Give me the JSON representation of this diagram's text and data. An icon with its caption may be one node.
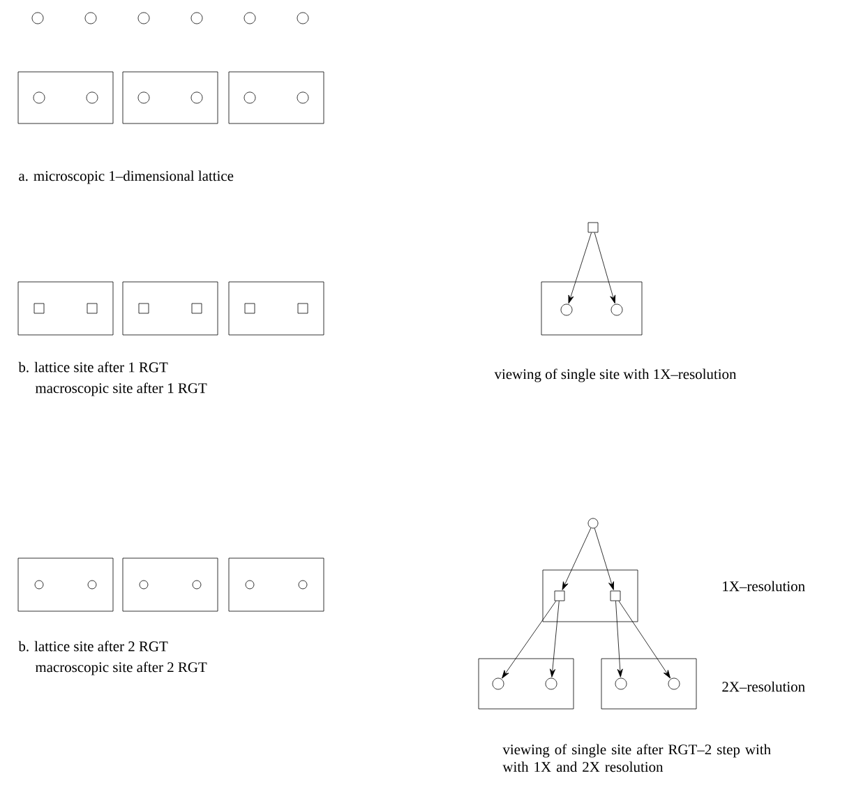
{
  "diagram": {
    "nodes": [
      {
        "text": [],
        "shape": "circle"
      },
      {
        "text": [],
        "shape": "circle"
      },
      {
        "text": [],
        "shape": "circle"
      },
      {
        "text": [],
        "shape": "circle"
      },
      {
        "text": [],
        "shape": "circle"
      },
      {
        "text": [],
        "shape": "circle"
      },
      {
        "text": [],
        "shape": "box"
      },
      {
        "text": [],
        "shape": "circle",
        "in": 6
      },
      {
        "text": [],
        "shape": "circle",
        "in": 6
      },
      {
        "text": [],
        "shape": "box"
      },
      {
        "text": [],
        "shape": "circle",
        "in": 9
      },
      {
        "text": [],
        "shape": "circle",
        "in": 9
      },
      {
        "text": [],
        "shape": "box"
      },
      {
        "text": [],
        "shape": "circle",
        "in": 12
      },
      {
        "text": [],
        "shape": "circle",
        "in": 12
      },
      {
        "text": [],
        "shape": "box"
      },
      {
        "text": [],
        "shape": "square",
        "in": 15
      },
      {
        "text": [],
        "shape": "square",
        "in": 15
      },
      {
        "text": [],
        "shape": "box"
      },
      {
        "text": [],
        "shape": "square",
        "in": 18
      },
      {
        "text": [],
        "shape": "square",
        "in": 18
      },
      {
        "text": [],
        "shape": "box"
      },
      {
        "text": [],
        "shape": "square",
        "in": 21
      },
      {
        "text": [],
        "shape": "square",
        "in": 21
      },
      {
        "text": [],
        "shape": "square"
      },
      {
        "text": [],
        "shape": "box"
      },
      {
        "text": [],
        "shape": "circle",
        "in": 25
      },
      {
        "text": [],
        "shape": "circle",
        "in": 25
      },
      {
        "text": [],
        "shape": "circle"
      },
      {
        "text": [],
        "shape": "box"
      },
      {
        "text": [],
        "shape": "square",
        "in": 29
      },
      {
        "text": [],
        "shape": "square",
        "in": 29
      },
      {
        "text": [],
        "shape": "box"
      },
      {
        "text": [],
        "shape": "circle",
        "in": 32
      },
      {
        "text": [],
        "shape": "circle",
        "in": 32
      },
      {
        "text": [],
        "shape": "box"
      },
      {
        "text": [],
        "shape": "circle",
        "in": 35
      },
      {
        "text": [],
        "shape": "circle",
        "in": 35
      },
      {
        "text": [],
        "shape": "box"
      },
      {
        "text": [],
        "shape": "circle",
        "in": 38
      },
      {
        "text": [],
        "shape": "circle",
        "in": 38
      },
      {
        "text": [],
        "shape": "box"
      },
      {
        "text": [],
        "shape": "circle",
        "in": 41
      },
      {
        "text": [],
        "shape": "circle",
        "in": 41
      },
      {
        "text": [],
        "shape": "box"
      },
      {
        "text": [],
        "shape": "circle",
        "in": 44
      },
      {
        "text": [],
        "shape": "circle",
        "in": 44
      }
    ],
    "edges": [
      {
        "from": 24,
        "to": 26,
        "arrow": "to"
      },
      {
        "from": 24,
        "to": 27,
        "arrow": "to"
      },
      {
        "from": 28,
        "to": 30,
        "arrow": "to"
      },
      {
        "from": 28,
        "to": 31,
        "arrow": "to"
      },
      {
        "from": 30,
        "to": 42,
        "arrow": "to"
      },
      {
        "from": 30,
        "to": 43,
        "arrow": "to"
      },
      {
        "from": 31,
        "to": 45,
        "arrow": "to"
      },
      {
        "from": 31,
        "to": 46,
        "arrow": "to"
      }
    ],
    "labels": [
      "a. microscopic 1–dimensional lattice",
      "b. lattice site after 1 RGT",
      "macroscopic site after 1 RGT",
      "viewing of single site with 1X–resolution",
      "1X–resolution",
      "2X–resolution",
      "b. lattice site after 2 RGT",
      "macroscopic site after 2 RGT",
      "viewing of single site after RGT–2 step with with 1X and 2X resolution"
    ]
  }
}
